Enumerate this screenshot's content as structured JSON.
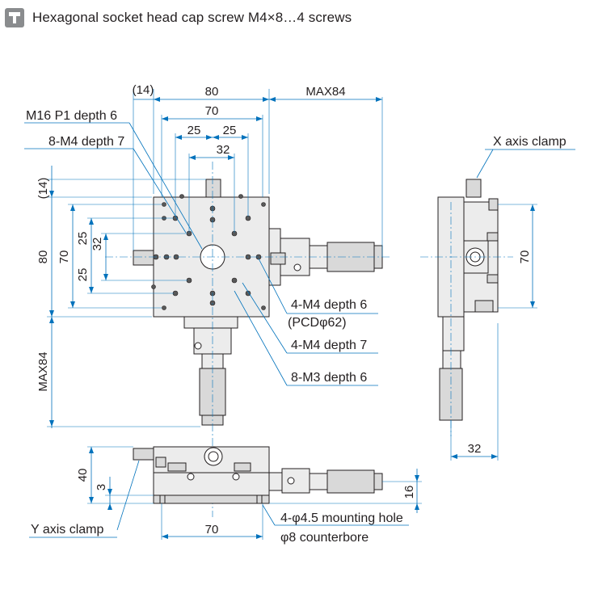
{
  "header": {
    "title": "Hexagonal socket head cap screw M4×8…4 screws",
    "icon": "screw-icon"
  },
  "dimensions": {
    "d_14_top": "(14)",
    "d_80_top": "80",
    "d_70_top": "70",
    "d_25a_top": "25",
    "d_25b_top": "25",
    "d_32_top": "32",
    "d_max84_top": "MAX84",
    "d_14_left": "(14)",
    "d_80_left": "80",
    "d_70_left": "70",
    "d_25a_left": "25",
    "d_32_left": "32",
    "d_25b_left": "25",
    "d_max84_left": "MAX84",
    "d_70_side": "70",
    "d_32_side": "32",
    "d_40_front": "40",
    "d_3_front": "3",
    "d_16_front": "16",
    "d_70_front": "70"
  },
  "callouts": {
    "m16": "M16 P1 depth 6",
    "m4_8": "8-M4 depth 7",
    "x_clamp": "X axis clamp",
    "m4_4": "4-M4 depth 6",
    "pcd": "(PCDφ62)",
    "m4_4b": "4-M4 depth 7",
    "m3_8": "8-M3 depth 6",
    "y_clamp": "Y axis clamp",
    "mount": "4-φ4.5 mounting hole",
    "counterbore": "φ8 counterbore"
  },
  "colors": {
    "dimension_line": "#0072bc",
    "part_fill": "#ececec",
    "outline": "#231f20"
  }
}
